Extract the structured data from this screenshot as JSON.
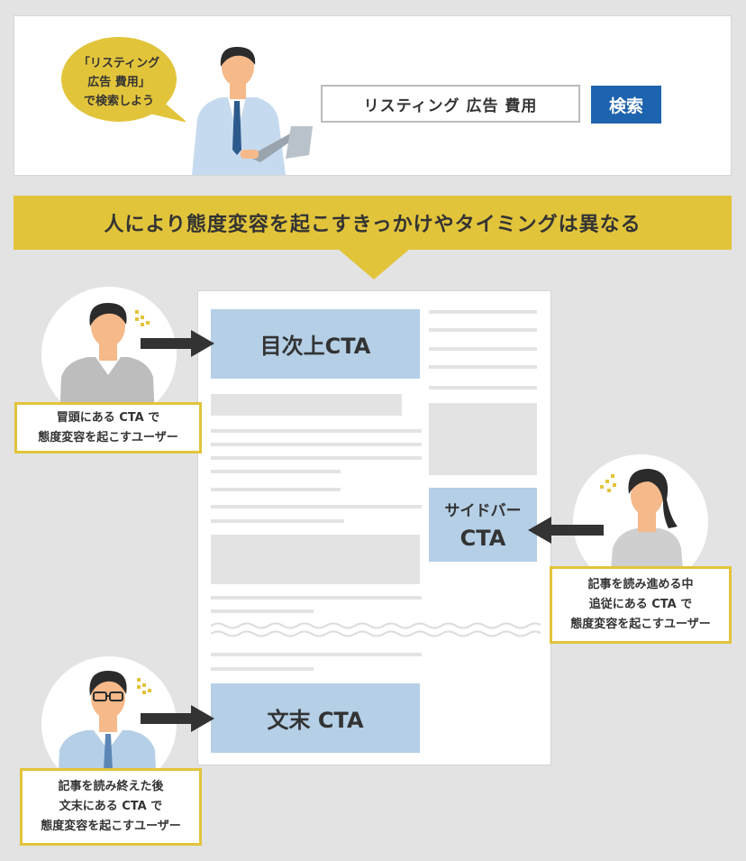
{
  "speech_bubble": {
    "lines": [
      "「リスティング",
      "広告 費用」",
      "で検索しよう"
    ]
  },
  "search": {
    "query": "リスティング 広告 費用",
    "button_label": "検索"
  },
  "banner": {
    "text": "人により態度変容を起こすきっかけやタイミングは異なる"
  },
  "ctas": {
    "top": "目次上CTA",
    "side_line1": "サイドバー",
    "side_line2": "CTA",
    "bottom": "文末 CTA"
  },
  "labels": {
    "top": [
      "冒頭にある CTA で",
      "態度変容を起こすユーザー"
    ],
    "side": [
      "記事を読み進める中",
      "追従にある CTA で",
      "態度変容を起こすユーザー"
    ],
    "bottom": [
      "記事を読み終えた後",
      "文末にある CTA で",
      "態度変容を起こすユーザー"
    ]
  },
  "colors": {
    "accent_yellow": "#e2c43b",
    "search_blue": "#1d63ad",
    "cta_blue": "#b4cfe6",
    "placeholder_gray": "#e3e3e3",
    "arrow_dark": "#333333"
  }
}
